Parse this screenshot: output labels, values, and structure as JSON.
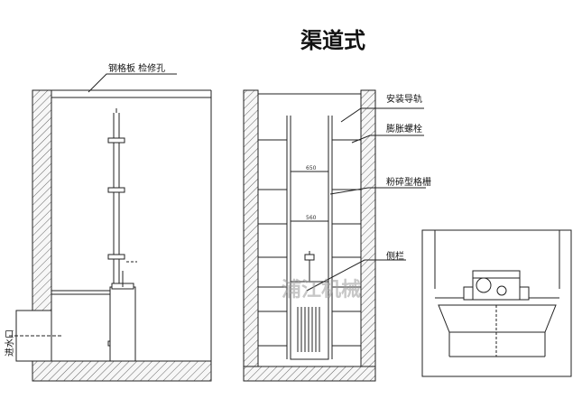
{
  "title": "渠道式",
  "labels": {
    "grating_plate": "钢格板 检修孔",
    "guide_rail": "安装导轨",
    "expansion_bolt": "膨胀螺栓",
    "crusher_grille": "粉碎型格栅",
    "side_rail": "侧栏",
    "inlet": "进水口"
  },
  "dimensions": {
    "width_outer": "650",
    "width_inner": "560"
  },
  "watermark": "浦江机械",
  "colors": {
    "line": "#222222",
    "wall_hatch": "#555555",
    "concrete_fill": "#f4f4f4"
  }
}
